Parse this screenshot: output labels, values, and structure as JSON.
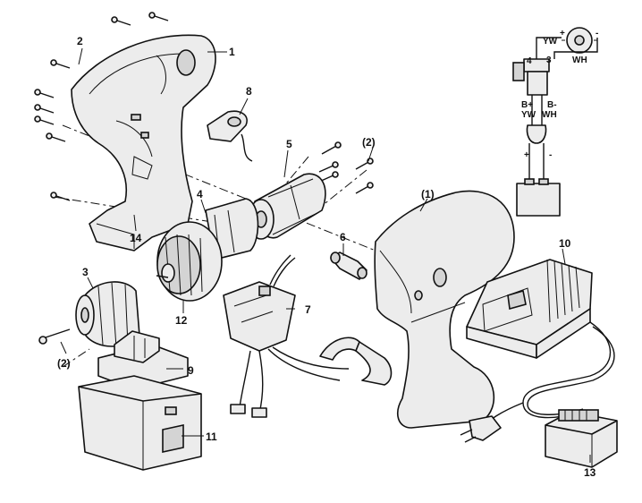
{
  "labels": {
    "p1": "1",
    "p2": "2",
    "p2b": "(2)",
    "p2c": "(2)",
    "p1b": "(1)",
    "p3": "3",
    "p4": "4",
    "p5": "5",
    "p6": "6",
    "p7": "7",
    "p8": "8",
    "p9": "9",
    "p10": "10",
    "p11": "11",
    "p12": "12",
    "p13": "13",
    "p14": "14"
  },
  "wiring": {
    "yw_top": "YW",
    "wh_top": "WH",
    "plus": "+",
    "minus": "-",
    "t3": "3",
    "t4": "4",
    "bplus": "B+",
    "bminus": "B-",
    "yw_bottom": "YW",
    "wh_bottom": "WH",
    "batt_plus": "+",
    "batt_minus": "-"
  }
}
